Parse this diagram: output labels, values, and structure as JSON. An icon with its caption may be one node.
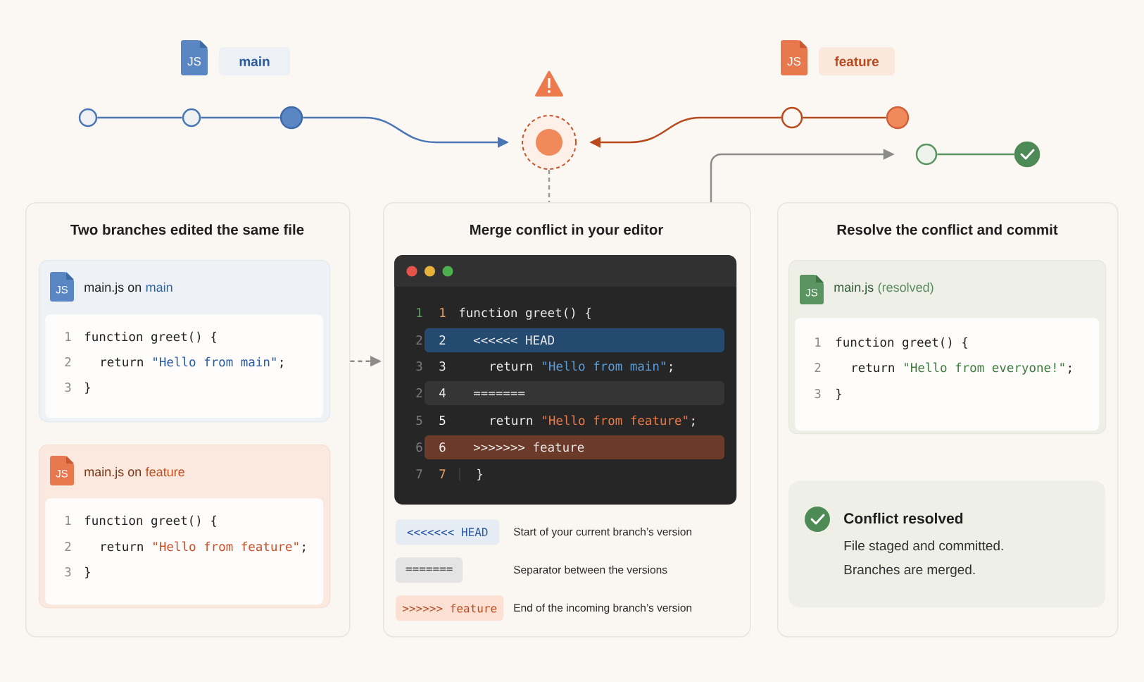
{
  "diagram": {
    "nodes": [
      {
        "text": [
          "main"
        ]
      },
      {
        "text": [
          "feature"
        ]
      },
      {
        "text": [],
        "shape": "circle"
      },
      {
        "text": [],
        "shape": "circle"
      },
      {
        "text": [],
        "shape": "circle"
      },
      {
        "text": [],
        "shape": "circle"
      },
      {
        "text": [],
        "shape": "circle"
      },
      {
        "text": [],
        "shape": "circle"
      },
      {
        "text": [],
        "shape": "circle"
      },
      {
        "text": [],
        "shape": "circle"
      },
      {
        "text": [
          "Two branches edited the same file"
        ]
      },
      {
        "text": [
          "main.js on",
          "main"
        ],
        "in": 10
      },
      {
        "text": [
          "1",
          "function greet() {",
          "2",
          "return",
          "\"Hello from main\"",
          ";",
          "3",
          "}"
        ],
        "in": 11
      },
      {
        "text": [
          "main.js on",
          "feature"
        ],
        "in": 10
      },
      {
        "text": [
          "1",
          "function greet() {",
          "2",
          "return",
          "\"Hello from feature\"",
          ";",
          "3",
          "}"
        ],
        "in": 13
      },
      {
        "text": [
          "Merge conflict in your editor"
        ]
      },
      {
        "text": [
          "1",
          "1",
          "function greet() {",
          "2",
          "2",
          "<<<<<< HEAD",
          "3",
          "3",
          "return",
          "\"Hello from main\"",
          ";",
          "2",
          "4",
          "=======",
          "5",
          "5",
          "return",
          "\"Hello from feature\"",
          ";",
          "6",
          "6",
          ">>>>>>> feature",
          "7",
          "7",
          "}"
        ],
        "in": 15
      },
      {
        "text": [
          "<<<<<<< HEAD"
        ],
        "in": 15
      },
      {
        "text": [
          "======="
        ],
        "in": 15
      },
      {
        "text": [
          ">>>>>> feature"
        ],
        "in": 15
      },
      {
        "text": [
          "Resolve the conflict and commit"
        ]
      },
      {
        "text": [
          "main.js",
          "(resolved)"
        ],
        "in": 20
      },
      {
        "text": [
          "1",
          "function greet() {",
          "2",
          "return",
          "\"Hello from everyone!\"",
          ";",
          "3",
          "}"
        ],
        "in": 21
      },
      {
        "text": [
          "Conflict resolved",
          "File staged and committed.",
          "Branches are merged."
        ],
        "in": 20
      }
    ],
    "edges": [
      {
        "from": 2,
        "to": 3,
        "arrow": "none",
        "color": "#4a76b5"
      },
      {
        "from": 3,
        "to": 4,
        "arrow": "none",
        "color": "#4a76b5"
      },
      {
        "from": 4,
        "to": 5,
        "arrow": "to",
        "color": "#4a76b5"
      },
      {
        "from": 7,
        "to": 6,
        "arrow": "none",
        "color": "#b84a1e"
      },
      {
        "from": 6,
        "to": 5,
        "arrow": "to",
        "color": "#b84a1e"
      },
      {
        "from": 5,
        "to": 15,
        "arrow": "none",
        "style": "dashed",
        "color": "#9a9a9a"
      },
      {
        "from": 15,
        "to": 8,
        "arrow": "to",
        "color": "#8c8c8c"
      },
      {
        "from": 8,
        "to": 9,
        "arrow": "none",
        "color": "#5a9460"
      },
      {
        "from": 10,
        "to": 15,
        "arrow": "to",
        "style": "dashed",
        "color": "#8c8c8c"
      }
    ],
    "labels": [
      "JS",
      "JS",
      "JS",
      "JS",
      "JS",
      "Start of your current branch’s version",
      "Separator between the versions",
      "End of the incoming branch’s version"
    ]
  }
}
